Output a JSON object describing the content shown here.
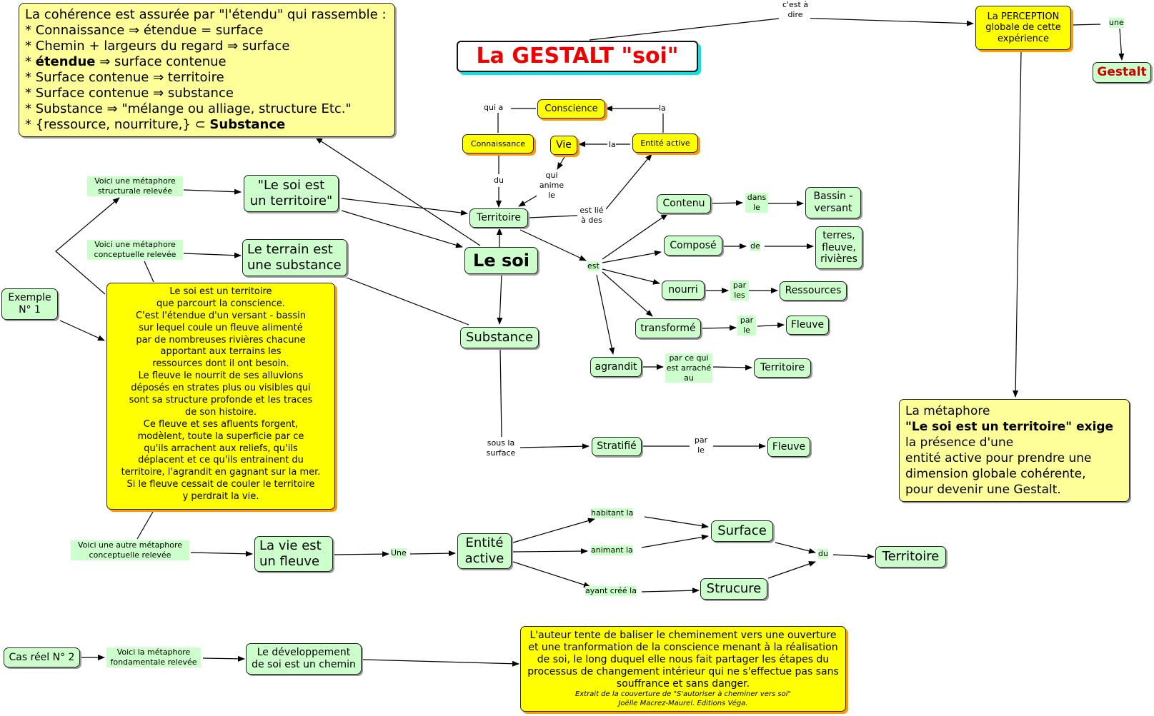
{
  "title": "La GESTALT \"soi\"",
  "nodes": {
    "info_box": {
      "lines": [
        "La cohérence est assurée par \"l'étendu\" qui rassemble :",
        "* Connaissance  ⇒ étendue = surface",
        "* Chemin + largeurs du regard ⇒ surface",
        "* étendue ⇒ surface contenue",
        "* Surface contenue ⇒ territoire",
        "* Surface contenue ⇒ substance",
        "* Substance ⇒ \"mélange ou alliage, structure Etc.\"",
        "* {ressource, nourriture,} ⊂ Substance"
      ]
    },
    "perception": "La PERCEPTION globale de cette expérience",
    "gestalt": "Gestalt",
    "conscience": "Conscience",
    "connaissance": "Connaissance",
    "vie": "Vie",
    "entite_active_top": "Entité active",
    "territoire_center": "Territoire",
    "le_soi": "Le soi",
    "substance": "Substance",
    "soi_territoire": "\"Le soi est un territoire\"",
    "terrain_substance": "Le terrain est une substance",
    "exemple1": "Exemple N° 1",
    "contenu": "Contenu",
    "bassin": "Bassin - versant",
    "compose": "Composé",
    "terres": "terres, fleuve, rivières",
    "nourri": "nourri",
    "ressources": "Ressources",
    "transforme": "transformé",
    "fleuve_right1": "Fleuve",
    "agrandit": "agrandit",
    "territoire_right": "Territoire",
    "stratifie": "Stratifié",
    "fleuve_bottom": "Fleuve",
    "metaphore_box": {
      "lines": [
        "La métaphore",
        "\"Le soi est un territoire\" exige",
        "la présence d'une",
        "entité active pour prendre une",
        "dimension globale cohérente,",
        "pour devenir une Gestalt."
      ]
    },
    "story_box": {
      "lines": [
        "Le soi est un territoire",
        "que parcourt la conscience.",
        "C'est l'étendue d'un versant - bassin",
        "sur lequel coule un fleuve alimenté",
        "par de nombreuses rivières chacune",
        "apportant aux terrains les",
        "ressources dont il ont besoin.",
        "Le fleuve le nourrit de ses alluvions",
        "déposés en strates plus ou visibles qui",
        "sont sa structure profonde et les traces",
        "de son histoire.",
        "Ce fleuve et ses afluents forgent,",
        "modèlent, toute la superficie par ce",
        "qu'ils arrachent aux reliefs, qu'ils",
        "déplacent  et ce qu'ils entrainent du",
        "territoire, l'agrandit en gagnant sur la mer.",
        "Si le fleuve cessait de couler le territoire",
        "y perdrait la vie."
      ]
    },
    "vie_fleuve": "La vie est un fleuve",
    "entite_active_bottom": "Entité active",
    "surface": "Surface",
    "strucure": "Strucure",
    "territoire_bottom": "Territoire",
    "cas_reel": "Cas réel N° 2",
    "developpement": "Le développement de soi est un chemin",
    "quote_box": {
      "lines": [
        "L'auteur tente de baliser le cheminement vers une ouverture",
        "et une tranformation de la conscience menant à la réalisation",
        "de soi, le long duquel elle nous fait partager les étapes du",
        "processus de changement intérieur qui ne s'effectue pas sans",
        "souffrance et sans danger."
      ],
      "credit_lines": [
        "Extrait de la couverture de \"S'autoriser à cheminer vers soi\"",
        "Joëlle Macrez-Maurel.    Editions Véga."
      ]
    }
  },
  "labels": {
    "cest_a_dire": "c'est à dire",
    "une_top": "une",
    "qui_a": "qui a",
    "la1": "la",
    "la2": "la",
    "du": "du",
    "qui_anime_le": "qui anime le",
    "est_lie": "est lié à des",
    "est": "est",
    "dans_le": "dans le",
    "de": "de",
    "par_les": "par les",
    "par_le1": "par le",
    "par_ce": "par ce qui est arraché au",
    "sous_la_surface": "sous la surface",
    "par_le2": "par le",
    "voici_structurale": "Voici une métaphore structurale relevée",
    "voici_conceptuelle": "Voici une métaphore conceptuelle relevée",
    "voici_autre": "Voici une autre métaphore conceptuelle relevée",
    "une_bottom": "Une",
    "habitant_la": "habitant la",
    "animant_la": "animant la",
    "ayant_cree_la": "ayant créé la",
    "du_bottom": "du",
    "voici_fondamentale": "Voici la métaphore fondamentale relevée"
  },
  "colors": {
    "node_green": "#ccffcc",
    "note_yellow": "#ffff99",
    "highlight_yellow": "#ffff00",
    "title_red": "#ee0000"
  }
}
